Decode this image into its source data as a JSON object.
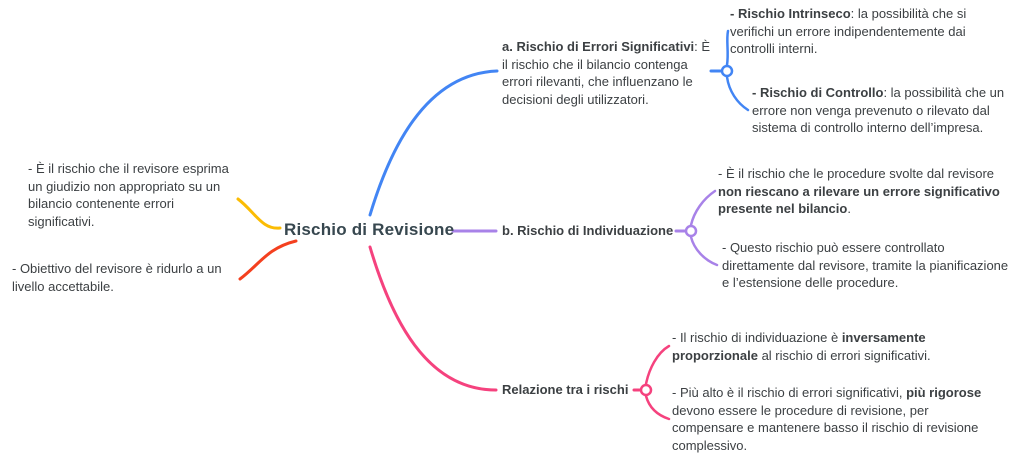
{
  "title": "Rischio di Revisione",
  "colors": {
    "yellow": "#fbbc04",
    "red": "#f4401f",
    "blue": "#4285f4",
    "purple": "#a882e8",
    "pink": "#f5427e"
  },
  "left_notes": {
    "definition": "- È il rischio che il revisore esprima un giudizio non appropriato su un bilancio contenente errori significativi.",
    "objective": "- Obiettivo del revisore è ridurlo a un livello accettabile."
  },
  "branch_a": {
    "label_bold": "a. Rischio di Errori Significativi",
    "label_rest": ": È il rischio che il bilancio contenga errori rilevanti, che influenzano le decisioni degli utilizzatori.",
    "intrinsic": {
      "bold": "- Rischio Intrinseco",
      "rest": ": la possibilità che si verifichi un errore indipendentemente dai controlli interni."
    },
    "control": {
      "bold": "- Rischio di Controllo",
      "rest": ": la possibilità che un errore non venga prevenuto o rilevato dal sistema di controllo interno dell’impresa."
    }
  },
  "branch_b": {
    "label": "b. Rischio di Individuazione",
    "detection": {
      "pre": "- È il rischio che le procedure svolte dal revisore ",
      "bold": "non riescano a rilevare un errore significativo presente nel bilancio",
      "post": "."
    },
    "control_note": "- Questo rischio può essere controllato direttamente dal revisore, tramite la pianificazione e l’estensione delle procedure."
  },
  "branch_c": {
    "label": "Relazione tra i rischi",
    "inverse": {
      "pre": "- Il rischio di individuazione è ",
      "bold": "inversamente proporzionale",
      "post": " al rischio di errori significativi."
    },
    "rigor": {
      "pre": "- Più alto è il rischio di errori significativi, ",
      "bold": "più rigorose",
      "post": " devono essere le procedure di revisione, per compensare e mantenere basso il rischio di revisione complessivo."
    }
  }
}
